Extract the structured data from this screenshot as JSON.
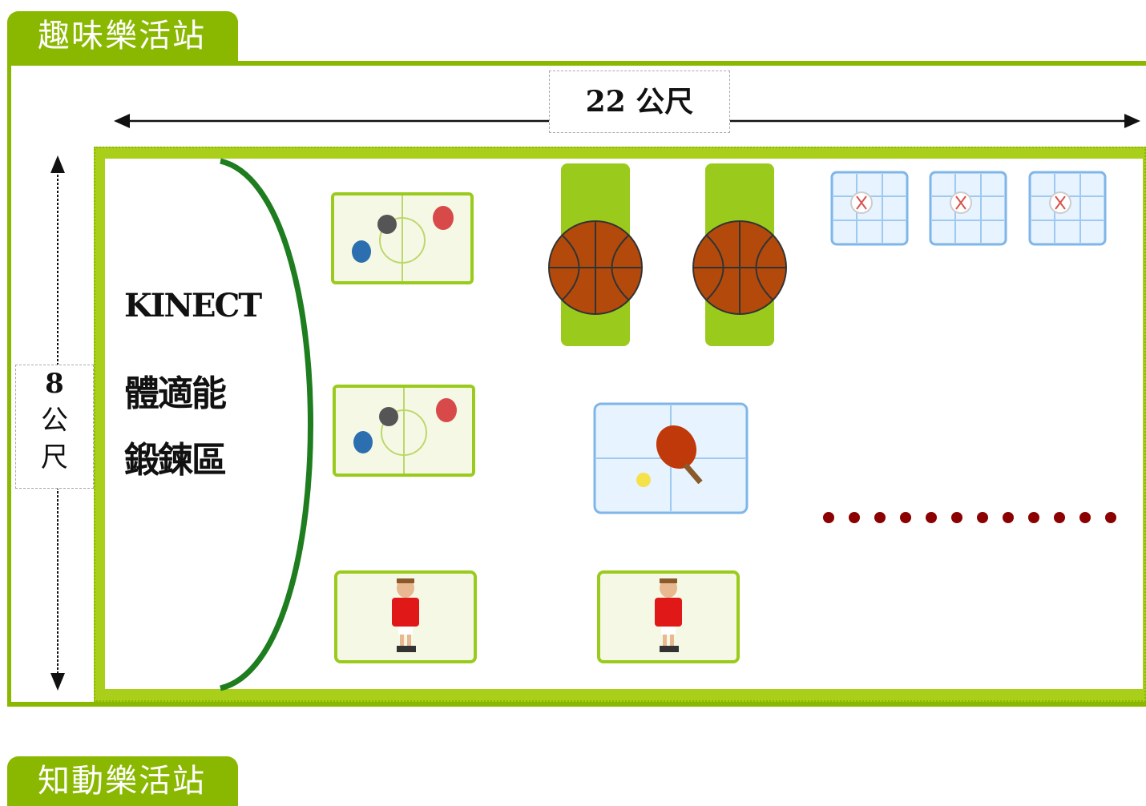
{
  "sections": [
    {
      "title": "趣味樂活站"
    },
    {
      "title": "知動樂活站"
    }
  ],
  "dimensions": {
    "width_label": "22 公尺",
    "height_value": "8",
    "height_unit_1": "公",
    "height_unit_2": "尺"
  },
  "kinect_zone": {
    "line1": "KINECT",
    "line2": "體適能",
    "line3": "鍛鍊區"
  },
  "colors": {
    "accent_green": "#8ab800",
    "court_green": "#a9cf1a",
    "arc_green": "#1e7d1e",
    "basketball": "#b34a0c",
    "marker_dots": "#8b0000",
    "ice_blue": "#7fb6e8"
  },
  "stations": [
    {
      "type": "air-hockey",
      "icon": "air-hockey-icon",
      "count": 2
    },
    {
      "type": "basketball",
      "icon": "basketball-icon",
      "count": 2
    },
    {
      "type": "tic-tac-toe",
      "icon": "tic-tac-toe-icon",
      "count": 3
    },
    {
      "type": "table-tennis",
      "icon": "ping-pong-paddle-icon",
      "count": 1
    },
    {
      "type": "foosball",
      "icon": "foosball-player-icon",
      "count": 2
    }
  ]
}
